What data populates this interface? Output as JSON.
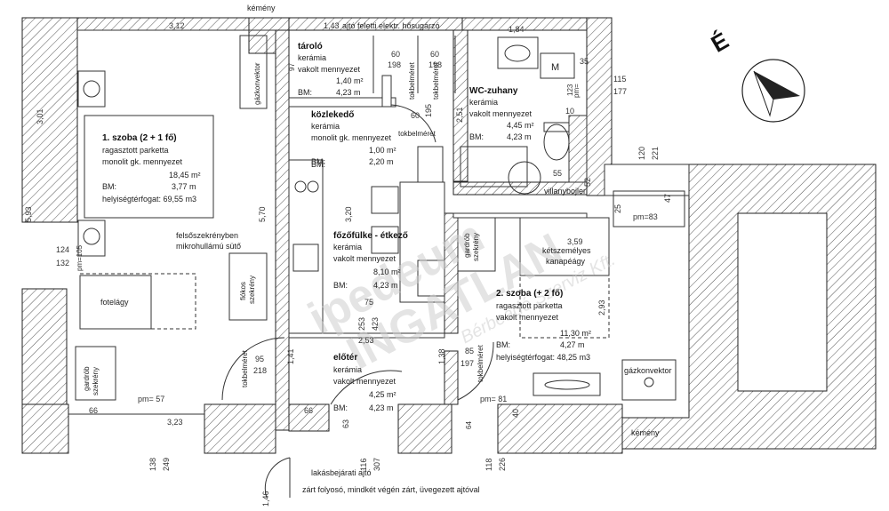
{
  "compass": {
    "north_letter": "É"
  },
  "rooms": [
    {
      "id": "szoba1",
      "name": "1. szoba (2 + 1 fő)",
      "lines": [
        "ragasztott parketta",
        "monolit gk. mennyezet"
      ],
      "area": "18,45 m²",
      "bm_label": "BM:",
      "bm": "3,77 m",
      "volume": "helyiségtérfogat: 69,55 m3"
    },
    {
      "id": "tarolo",
      "name": "tároló",
      "lines": [
        "kerámia",
        "vakolt mennyezet"
      ],
      "area": "1,40 m²",
      "bm_label": "BM:",
      "bm": "4,23 m"
    },
    {
      "id": "kozlekedo",
      "name": "közlekedő",
      "lines": [
        "kerámia",
        "monolit gk. mennyezet"
      ],
      "area": "1,00 m²",
      "bm_label": "BM:",
      "bm": "2,20 m"
    },
    {
      "id": "wc",
      "name": "WC-zuhany",
      "lines": [
        "kerámia",
        "vakolt mennyezet"
      ],
      "area": "4,45 m²",
      "bm_label": "BM:",
      "bm": "4,23 m"
    },
    {
      "id": "fozo",
      "name": "főzőfülke - étkező",
      "lines": [
        "kerámia",
        "vakolt mennyezet"
      ],
      "area": "8,10 m²",
      "bm_label": "BM:",
      "bm": "4,23 m"
    },
    {
      "id": "szoba2",
      "name": "2. szoba (+ 2 fő)",
      "lines": [
        "ragasztott parketta",
        "vakolt mennyezet"
      ],
      "area": "11,30 m²",
      "bm_label": "BM:",
      "bm": "4,27 m",
      "volume": "helyiségtérfogat: 48,25 m3"
    },
    {
      "id": "eloter",
      "name": "előtér",
      "lines": [
        "kerámia",
        "vakolt mennyezet"
      ],
      "area": "4,25 m²",
      "bm_label": "BM:",
      "bm": "4,23 m"
    }
  ],
  "labels": {
    "kemeny_top": "kémény",
    "hosugarzo": "ajtó feletti elektr. hősugárzó",
    "gazkonvektor_left": "gázkonvektor",
    "gazkonvektor_right": "gázkonvektor",
    "mikrohullamu1": "felsőszekrényben",
    "mikrohullamu2": "mikrohullámú sütő",
    "fiokos1": "fiókos",
    "fiokos2": "szekrény",
    "fotelagy": "fotelágy",
    "gardrob_left1": "gardrób",
    "gardrob_left2": "szekrény",
    "gardrob_right1": "gardrób",
    "gardrob_right2": "szekrény",
    "ketszemelyes1": "kétszemélyes",
    "ketszemelyes2": "kanapéágy",
    "villanybojler": "villanybojler",
    "kemeny_right": "kémény",
    "lakasbejarati": "lakásbejárati ajtó",
    "folyoso": "zárt folyosó, mindkét végén zárt, üvegezett ajtóval",
    "m_box": "M",
    "tokbelmeret": "tokbelméret",
    "bm_small": "BM:"
  },
  "dimensions": {
    "d312": "3,12",
    "d143": "1,43",
    "d184": "1,84",
    "d301": "3,01",
    "d593": "5,93",
    "d570": "5,70",
    "d124": "124",
    "d132": "132",
    "pm105": "pm=105",
    "d60a": "60",
    "d198a": "198",
    "d60b": "60",
    "d198b": "198",
    "d97": "97",
    "d60c": "60",
    "d195": "195",
    "d251": "2,51",
    "d35": "35",
    "d123": "123",
    "d10": "10",
    "pm": "pm=",
    "d115": "115",
    "d177": "177",
    "d120": "120",
    "d221": "221",
    "d55": "55",
    "d52": "52",
    "d47": "47",
    "d25": "25",
    "pm83": "pm=83",
    "d320": "3,20",
    "d75": "75",
    "d253a": "253",
    "d423": "423",
    "d253b": "2,53",
    "d359": "3,59",
    "d293": "2,93",
    "d95": "95",
    "d218": "218",
    "d141": "1,41",
    "d138a": "1,38",
    "d85": "85",
    "d197": "197",
    "pm57": "pm= 57",
    "pm81": "pm= 81",
    "d40": "40",
    "d64": "64",
    "d66a": "66",
    "d323": "3,23",
    "d66b": "66",
    "d63": "63",
    "d138b": "138",
    "d249": "249",
    "d116": "116",
    "d307": "307",
    "d118": "118",
    "d226": "226",
    "d146": "1,46"
  },
  "watermark": {
    "main1": "ipedeum",
    "main2": "INGATLAN",
    "sub": "Bérbeadó Szerviz Kft."
  }
}
